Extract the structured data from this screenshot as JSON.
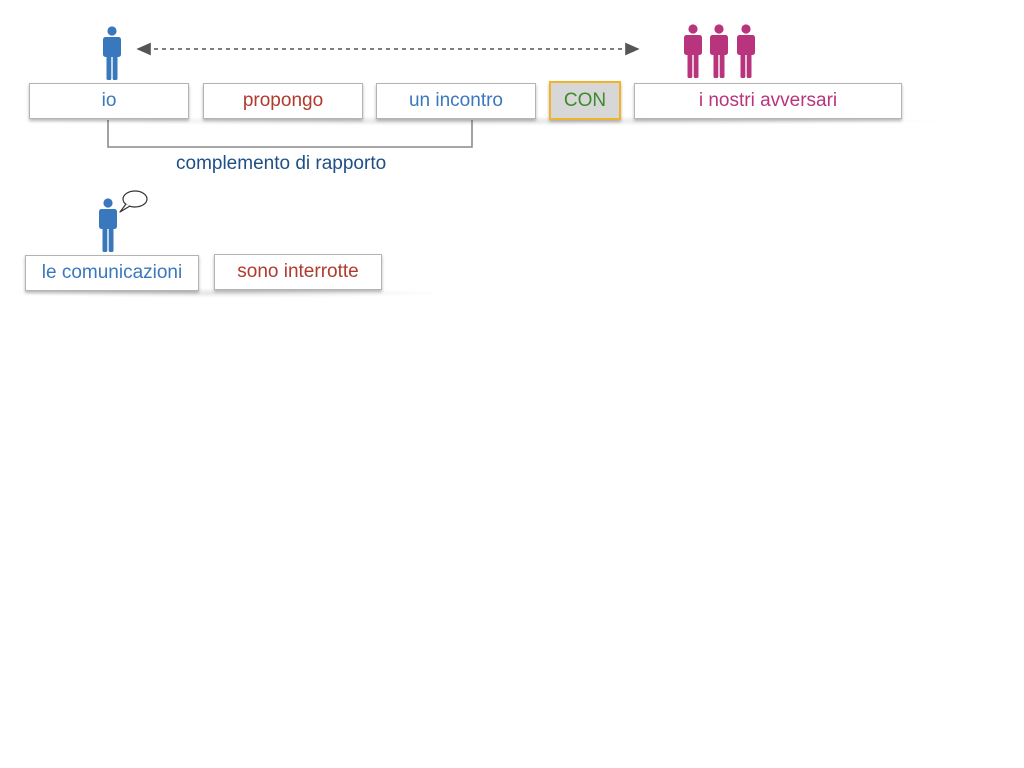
{
  "colors": {
    "subject": "#3a78bd",
    "verb": "#b03a2e",
    "object": "#3a78bd",
    "preposition": "#3e8a2c",
    "complement": "#b8347c",
    "bracket_label": "#1f4f86",
    "highlight_border": "#f0b429",
    "highlight_fill": "#d7d7d7",
    "arrow": "#555555"
  },
  "sentence1": {
    "subject": "io",
    "verb": "propongo",
    "object": "un incontro",
    "preposition": "CON",
    "complement": "i nostri avversari"
  },
  "bracket_label": "complemento di rapporto",
  "sentence2": {
    "subject": "le comunicazioni",
    "verb": "sono interrotte"
  },
  "icons": {
    "person_single": "person-icon",
    "person_group": "people-group-icon",
    "speech_bubble": "speech-bubble-icon",
    "double_arrow": "double-headed-dashed-arrow-icon"
  }
}
